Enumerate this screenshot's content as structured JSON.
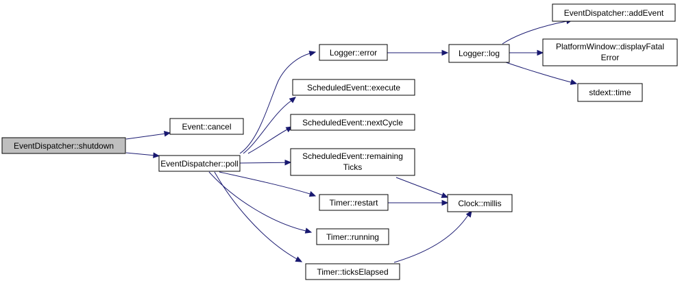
{
  "diagram": {
    "colors": {
      "edge": "#191970",
      "root_fill": "#bfbfbf",
      "node_fill": "#ffffff",
      "border": "#000000"
    },
    "nodes": {
      "shutdown": {
        "label": "EventDispatcher::shutdown"
      },
      "cancel": {
        "label": "Event::cancel"
      },
      "poll": {
        "label": "EventDispatcher::poll"
      },
      "error": {
        "label": "Logger::error"
      },
      "execute": {
        "label": "ScheduledEvent::execute"
      },
      "nextcycle": {
        "label": "ScheduledEvent::nextCycle"
      },
      "remaining": {
        "label_line1": "ScheduledEvent::remaining",
        "label_line2": "Ticks"
      },
      "restart": {
        "label": "Timer::restart"
      },
      "running": {
        "label": "Timer::running"
      },
      "ticks": {
        "label": "Timer::ticksElapsed"
      },
      "log": {
        "label": "Logger::log"
      },
      "millis": {
        "label": "Clock::millis"
      },
      "addevent": {
        "label": "EventDispatcher::addEvent"
      },
      "fatal": {
        "label_line1": "PlatformWindow::displayFatal",
        "label_line2": "Error"
      },
      "time": {
        "label": "stdext::time"
      }
    },
    "edges": [
      [
        "shutdown",
        "cancel"
      ],
      [
        "shutdown",
        "poll"
      ],
      [
        "poll",
        "error"
      ],
      [
        "poll",
        "execute"
      ],
      [
        "poll",
        "nextcycle"
      ],
      [
        "poll",
        "remaining"
      ],
      [
        "poll",
        "restart"
      ],
      [
        "poll",
        "running"
      ],
      [
        "poll",
        "ticks"
      ],
      [
        "error",
        "log"
      ],
      [
        "log",
        "addevent"
      ],
      [
        "log",
        "fatal"
      ],
      [
        "log",
        "time"
      ],
      [
        "remaining",
        "millis"
      ],
      [
        "restart",
        "millis"
      ],
      [
        "ticks",
        "millis"
      ]
    ]
  }
}
